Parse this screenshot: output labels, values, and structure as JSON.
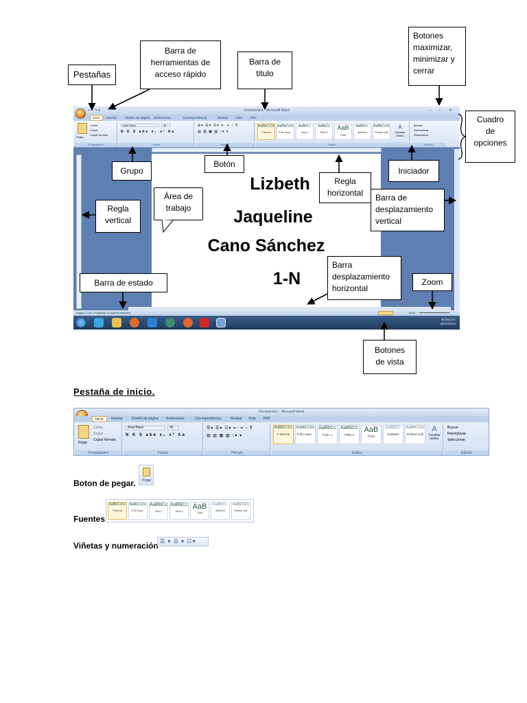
{
  "callouts": {
    "pestanas": "Pestañas",
    "barra_herramientas": [
      "Barra de",
      "herramientas de",
      "acceso rápido"
    ],
    "barra_titulo": [
      "Barra de",
      "titulo"
    ],
    "botones_max": [
      "Botones",
      "maximizar,",
      "minimizar y",
      "cerrar"
    ],
    "cuadro_opciones": [
      "Cuadro",
      "de",
      "opciones"
    ],
    "grupo": "Grupo",
    "boton": "Botón",
    "iniciador": "Iniciador",
    "regla_horizontal": [
      "Regla",
      "horizontal"
    ],
    "area_trabajo": [
      "Área de",
      "trabajo"
    ],
    "regla_vertical": [
      "Regla",
      "vertical"
    ],
    "barra_desplazamiento_vertical": [
      "Barra de",
      "desplazamiento",
      "vertical"
    ],
    "barra_estado": "Barra de estado",
    "barra_desplazamiento_horizontal": [
      "Barra",
      "desplazamiento",
      "horizontal"
    ],
    "zoom": "Zoom",
    "botones_vista": [
      "Botones",
      "de vista"
    ]
  },
  "screenshot": {
    "window_title": "Documento1 - Microsoft Word",
    "tabs": [
      "Inicio",
      "Insertar",
      "Diseño de página",
      "Referencias",
      "Correspondencia",
      "Revisar",
      "Vista",
      "PDF"
    ],
    "font_name": "Arial Black",
    "font_size": "36",
    "groups": [
      "Portapapeles",
      "Fuente",
      "Párrafo",
      "Estilos",
      "Edición"
    ],
    "clipboard": [
      "Cortar",
      "Copiar",
      "Copiar formato"
    ],
    "paste_label": "Pegar",
    "styles": [
      {
        "sample": "AaBbCcDc",
        "name": "¶ Normal"
      },
      {
        "sample": "AaBbCcDc",
        "name": "¶ Sin espa..."
      },
      {
        "sample": "AaBbCc",
        "name": "Título 1"
      },
      {
        "sample": "AaBbCc",
        "name": "Título 2"
      },
      {
        "sample": "AaB",
        "name": "Título"
      },
      {
        "sample": "AaBbCc.",
        "name": "Subtítulo"
      },
      {
        "sample": "AaBbCcDc",
        "name": "Énfasis sutil"
      }
    ],
    "change_styles": "Cambiar estilos",
    "editing": [
      "Buscar",
      "Reemplazar",
      "Seleccionar"
    ],
    "doc_lines": [
      "Lizbeth",
      "Jaqueline",
      "Cano Sánchez",
      "1-N"
    ],
    "status": "Página: 1 de 1   Palabras: 5   Español (México)",
    "zoom": "100%",
    "clock": [
      "05:49 p.m.",
      "26/10/2014"
    ]
  },
  "section_title": "Pestaña de inicio.",
  "rows": {
    "pegar": "Boton de pegar.",
    "fuentes": "Fuentes",
    "vinetas": "Viñetas y numeración"
  },
  "mini": {
    "paste": "Pegar"
  },
  "colors": {
    "ribbon": "#d4e2f4",
    "desktop": "#5d7fb1",
    "taskbar": "#1f3a5c",
    "office_orange": "#e0892a"
  }
}
